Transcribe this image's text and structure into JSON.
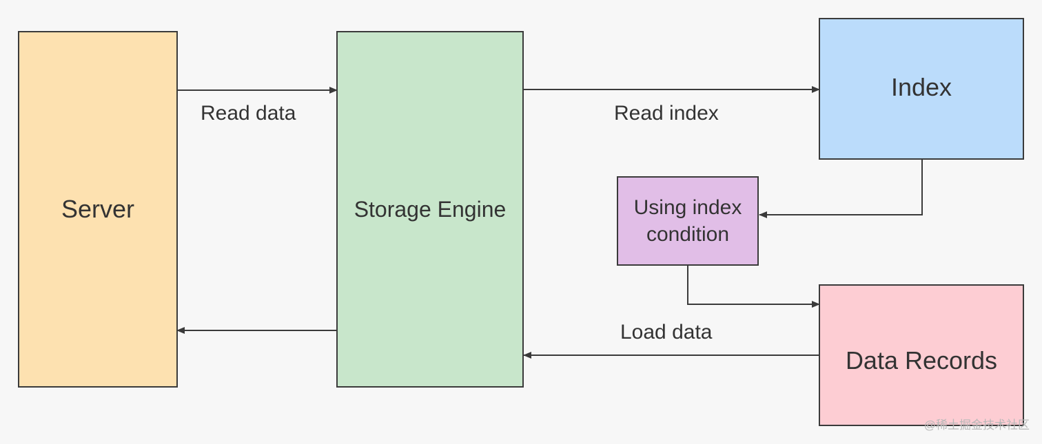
{
  "nodes": {
    "server": "Server",
    "storage_engine": "Storage Engine",
    "index": "Index",
    "index_condition": "Using index\ncondition",
    "data_records": "Data Records"
  },
  "edges": {
    "read_data": "Read data",
    "read_index": "Read index",
    "load_data": "Load data"
  },
  "watermark": "@稀土掘金技术社区",
  "colors": {
    "server": "#fde1b0",
    "storage_engine": "#c8e6cb",
    "index": "#bbdcfb",
    "index_condition": "#e1bee7",
    "data_records": "#fdcdd3",
    "stroke": "#3a3a3a"
  }
}
